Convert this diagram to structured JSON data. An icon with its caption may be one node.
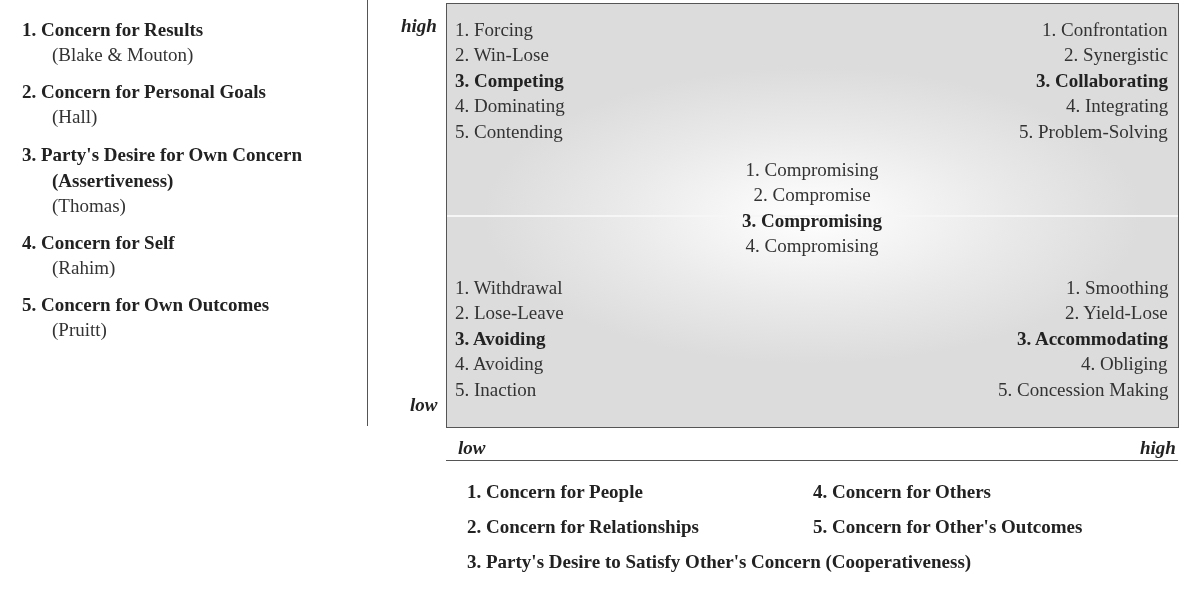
{
  "diagram": {
    "labels": [
      "1. Concern for Results",
      "(Blake & Mouton)",
      "2. Concern for Personal Goals",
      "(Hall)",
      "3. Party's Desire for Own Concern (Assertiveness)",
      "(Thomas)",
      "4. Concern for Self",
      "(Rahim)",
      "5. Concern for Own Outcomes",
      "(Pruitt)",
      "high",
      "1. Forcing",
      "2. Win-Lose",
      "3. Competing",
      "4. Dominating",
      "5. Contending",
      "1. Confrontation",
      "2. Synergistic",
      "3. Collaborating",
      "4. Integrating",
      "5. Problem-Solving",
      "1. Compromising",
      "2. Compromise",
      "3. Compromising",
      "4. Compromising",
      "low",
      "1. Withdrawal",
      "2. Lose-Leave",
      "3. Avoiding",
      "4. Avoiding",
      "5. Inaction",
      "1. Smoothing",
      "2. Yield-Lose",
      "3. Accommodating",
      "4. Obliging",
      "5. Concession Making",
      "low",
      "high",
      "1. Concern for People",
      "4. Concern for Others",
      "2. Concern for Relationships",
      "5. Concern for Other's Outcomes",
      "3. Party's Desire to Satisfy Other's Concern (Cooperativeness)"
    ]
  }
}
